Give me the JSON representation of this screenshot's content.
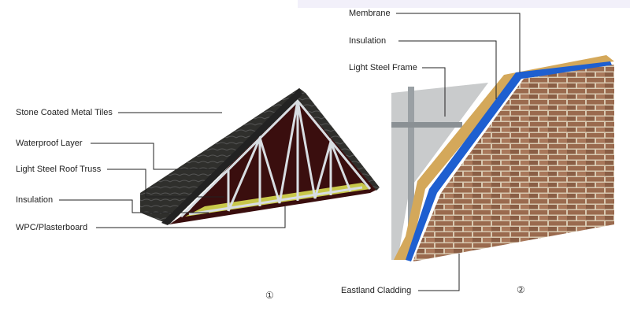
{
  "roof": {
    "labels": [
      "Stone Coated Metal Tiles",
      "Waterproof Layer",
      "Light Steel Roof Truss",
      "Insulation",
      "WPC/Plasterboard"
    ],
    "number": "①"
  },
  "wall": {
    "labels": [
      "Membrane",
      "Insulation",
      "Light Steel Frame",
      "Eastland Cladding"
    ],
    "number": "②"
  },
  "colors": {
    "tiles": "#2f2f2c",
    "underside": "#3a0e0e",
    "insulation": "#c8c84a",
    "truss": "#d8dde2",
    "membrane": "#d4a85a",
    "blue_layer": "#1e5fd0",
    "brick": "#9a6a4e",
    "frame_board": "#c9cbcc",
    "top_band": "#f2f0fa"
  }
}
